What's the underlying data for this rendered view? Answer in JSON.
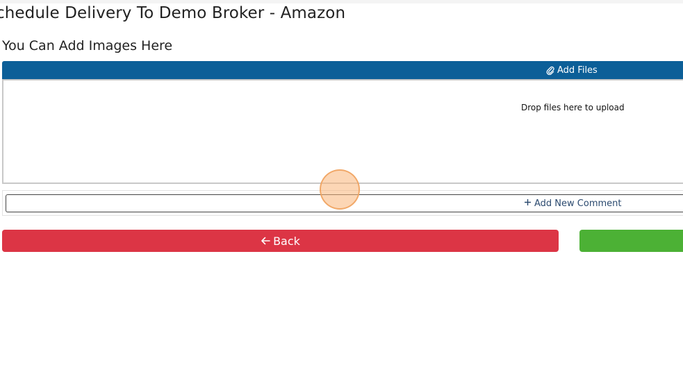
{
  "page": {
    "title": "chedule Delivery To Demo Broker - Amazon"
  },
  "images_section": {
    "label": "You Can Add Images Here",
    "add_files_label": "Add Files",
    "add_files_icon": "paperclip-icon",
    "dropzone_text": "Drop files here to upload"
  },
  "comments": {
    "add_comment_label": "Add New Comment",
    "add_comment_icon": "plus-icon"
  },
  "actions": {
    "back_label": "Back",
    "back_icon": "arrow-left-icon",
    "back_color": "#dc3545",
    "next_color": "#4cb135"
  },
  "colors": {
    "primary": "#0c5f98",
    "click_marker": "#f5b47a"
  }
}
